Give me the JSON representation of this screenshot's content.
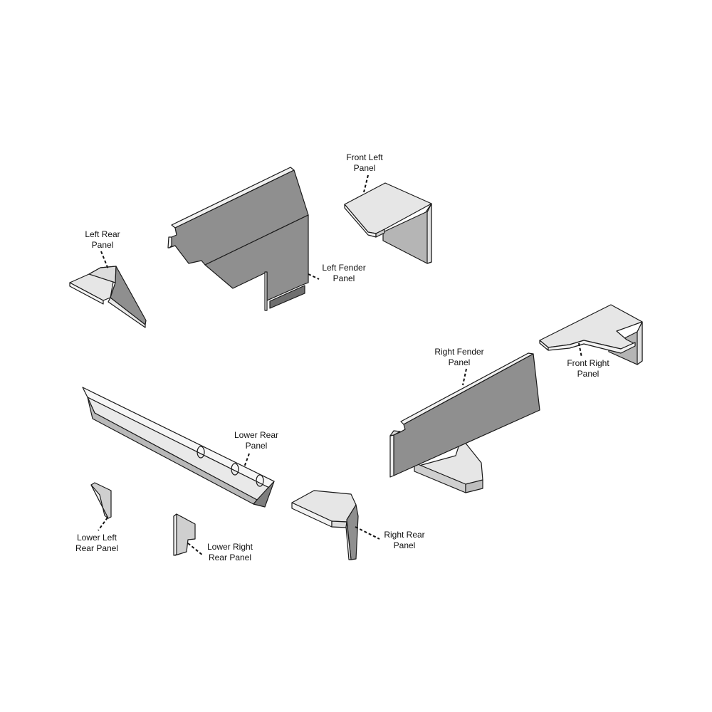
{
  "diagram": {
    "type": "exploded isometric parts diagram",
    "colors": {
      "background": "#ffffff",
      "panel_dark": "#8f8f8f",
      "panel_mid": "#b0b0b0",
      "panel_light": "#e6e6e6",
      "edge_light": "#f4f4f4",
      "outline": "#1a1a1a",
      "label_text": "#111111"
    },
    "parts": [
      {
        "id": "front-left-panel",
        "label_line1": "Front Left",
        "label_line2": "Panel"
      },
      {
        "id": "left-rear-panel",
        "label_line1": "Left Rear",
        "label_line2": "Panel"
      },
      {
        "id": "left-fender-panel",
        "label_line1": "Left Fender",
        "label_line2": "Panel"
      },
      {
        "id": "right-fender-panel",
        "label_line1": "Right Fender",
        "label_line2": "Panel"
      },
      {
        "id": "front-right-panel",
        "label_line1": "Front Right",
        "label_line2": "Panel"
      },
      {
        "id": "lower-rear-panel",
        "label_line1": "Lower Rear",
        "label_line2": "Panel"
      },
      {
        "id": "lower-left-rear-panel",
        "label_line1": "Lower Left",
        "label_line2": "Rear Panel"
      },
      {
        "id": "lower-right-rear-panel",
        "label_line1": "Lower Right",
        "label_line2": "Rear Panel"
      },
      {
        "id": "right-rear-panel",
        "label_line1": "Right Rear",
        "label_line2": "Panel"
      }
    ]
  }
}
